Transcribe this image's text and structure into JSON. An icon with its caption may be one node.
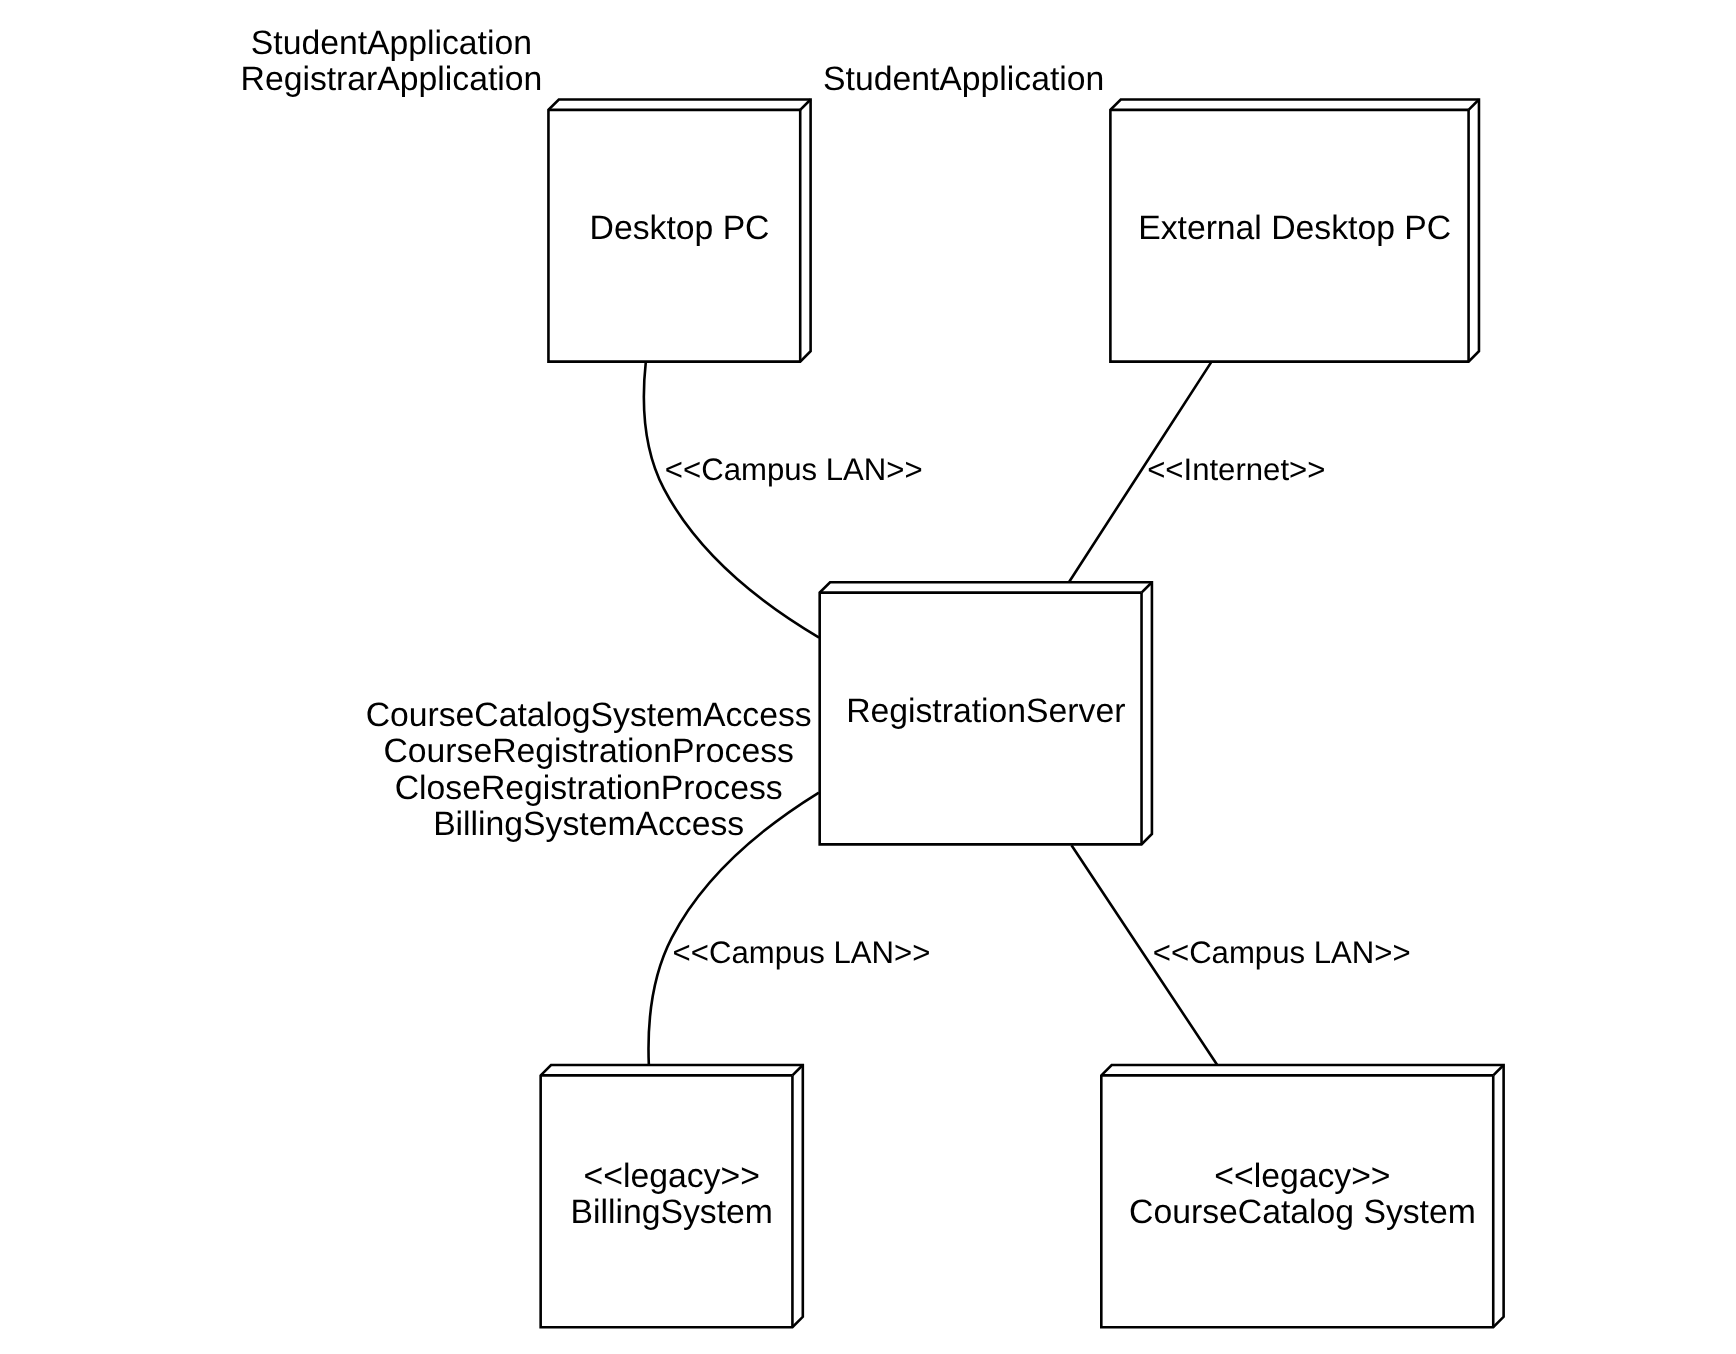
{
  "diagram": {
    "nodes": [
      {
        "text": [
          "Desktop PC"
        ],
        "beside": [
          "StudentApplication",
          "RegistrarApplication"
        ]
      },
      {
        "text": [
          "External Desktop PC"
        ],
        "beside": [
          "StudentApplication"
        ]
      },
      {
        "text": [
          "RegistrationServer"
        ],
        "beside": [
          "CourseCatalogSystemAccess",
          "CourseRegistrationProcess",
          "CloseRegistrationProcess",
          "BillingSystemAccess"
        ]
      },
      {
        "text": [
          "<<legacy>>",
          "BillingSystem"
        ]
      },
      {
        "text": [
          "<<legacy>>",
          "CourseCatalog System"
        ]
      }
    ],
    "edges": [
      {
        "from": 0,
        "to": 2,
        "arrow": "none",
        "label": "<<Campus LAN>>"
      },
      {
        "from": 1,
        "to": 2,
        "arrow": "none",
        "label": "<<Internet>>"
      },
      {
        "from": 2,
        "to": 3,
        "arrow": "none",
        "label": "<<Campus LAN>>"
      },
      {
        "from": 2,
        "to": 4,
        "arrow": "none",
        "label": "<<Campus LAN>>"
      }
    ]
  }
}
